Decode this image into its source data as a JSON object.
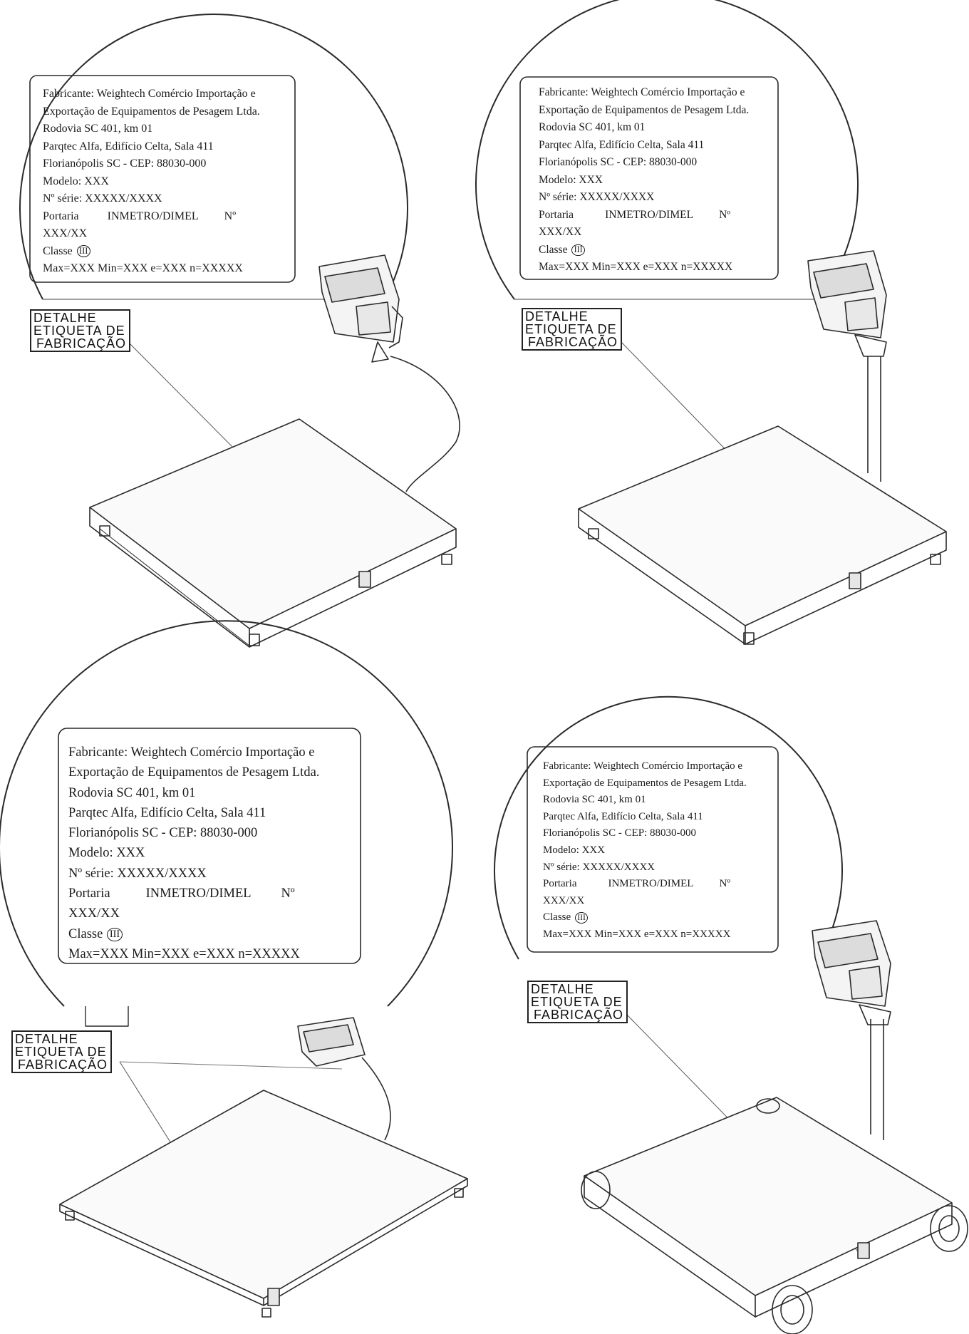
{
  "label": {
    "fabricante": "Fabricante: Weightech Comércio Importação e",
    "empresa": "Exportação de Equipamentos de Pesagem Ltda.",
    "rodovia": "Rodovia SC 401, km 01",
    "parqtec": "Parqtec Alfa, Edifício Celta, Sala 411",
    "cidade": "Florianópolis SC - CEP: 88030-000",
    "modelo": "Modelo: XXX",
    "serie": "Nº série: XXXXX/XXXX",
    "portaria": "Portaria",
    "inmetro": "INMETRO/DIMEL",
    "numero": "Nº",
    "portaria_num": "XXX/XX",
    "classe": "Classe",
    "classe_symbol": "III",
    "limites": "Max=XXX  Min=XXX  e=XXX  n=XXXXX"
  },
  "callout": {
    "line1": "DETALHE",
    "line2": "ETIQUETA DE",
    "line3": "FABRICAÇÃO"
  },
  "panels": [
    {
      "name": "platform-scale-cable-indicator"
    },
    {
      "name": "platform-scale-column-indicator"
    },
    {
      "name": "platform-scale-flat-cable-indicator"
    },
    {
      "name": "platform-scale-wheels-column-indicator"
    }
  ]
}
